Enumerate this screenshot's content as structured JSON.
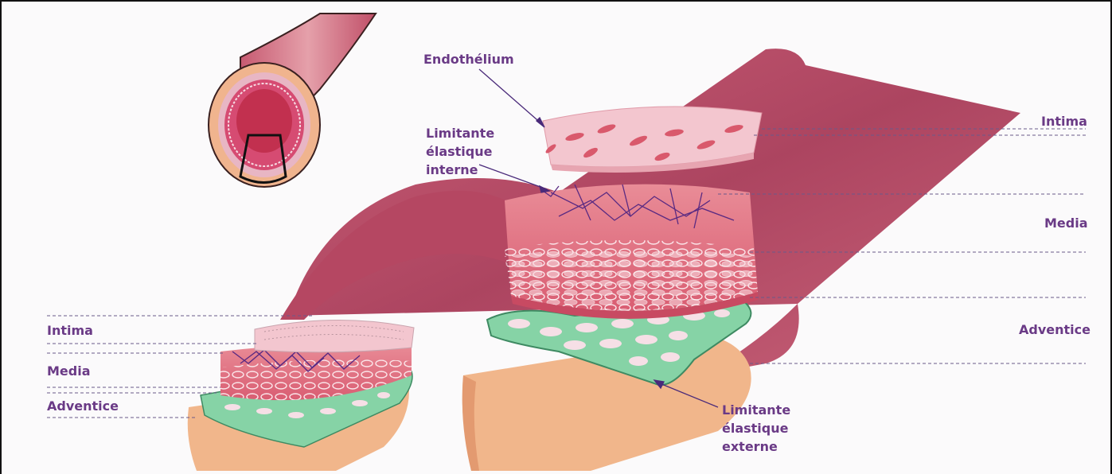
{
  "labels": {
    "endothelium": "Endothélium",
    "limitante_interne": [
      "Limitante",
      "élastique",
      "interne"
    ],
    "limitante_externe": [
      "Limitante",
      "élastique",
      "externe"
    ],
    "right_layers": {
      "intima": "Intima",
      "media": "Media",
      "adventice": "Adventice"
    },
    "left_layers": {
      "intima": "Intima",
      "media": "Media",
      "adventice": "Adventice"
    }
  },
  "colors": {
    "label_text": "#6a3a86",
    "artery_wall": "#b8445e",
    "intima": "#f3c6cf",
    "media": "#e27480",
    "elastic_lamina_externe": "#86d3a6",
    "adventice": "#f1b68b",
    "fibers": "#5a2a82"
  }
}
